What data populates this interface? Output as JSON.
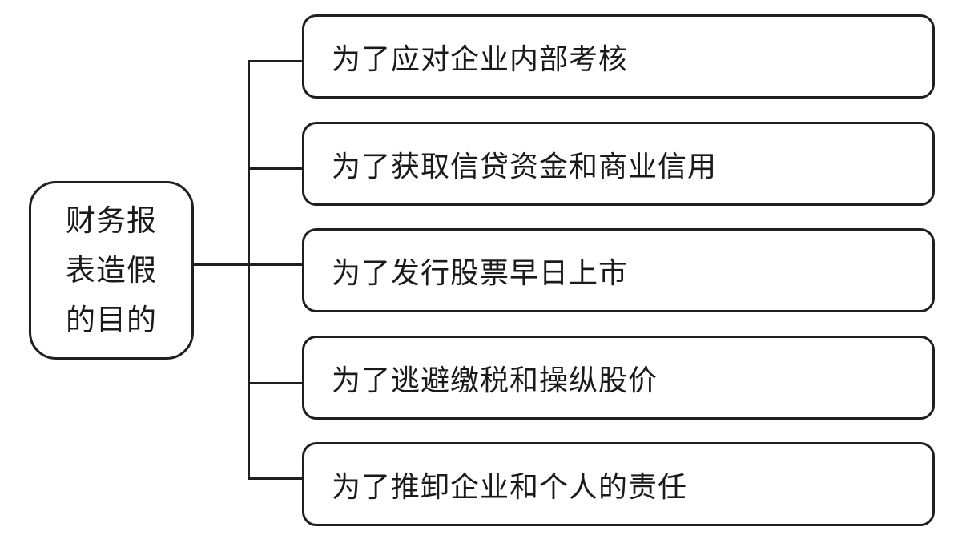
{
  "diagram": {
    "type": "tree",
    "root": {
      "label": "财务报表造假的目的"
    },
    "children": [
      {
        "label": "为了应对企业内部考核"
      },
      {
        "label": "为了获取信贷资金和商业信用"
      },
      {
        "label": "为了发行股票早日上市"
      },
      {
        "label": "为了逃避缴税和操纵股价"
      },
      {
        "label": "为了推卸企业和个人的责任"
      }
    ]
  }
}
